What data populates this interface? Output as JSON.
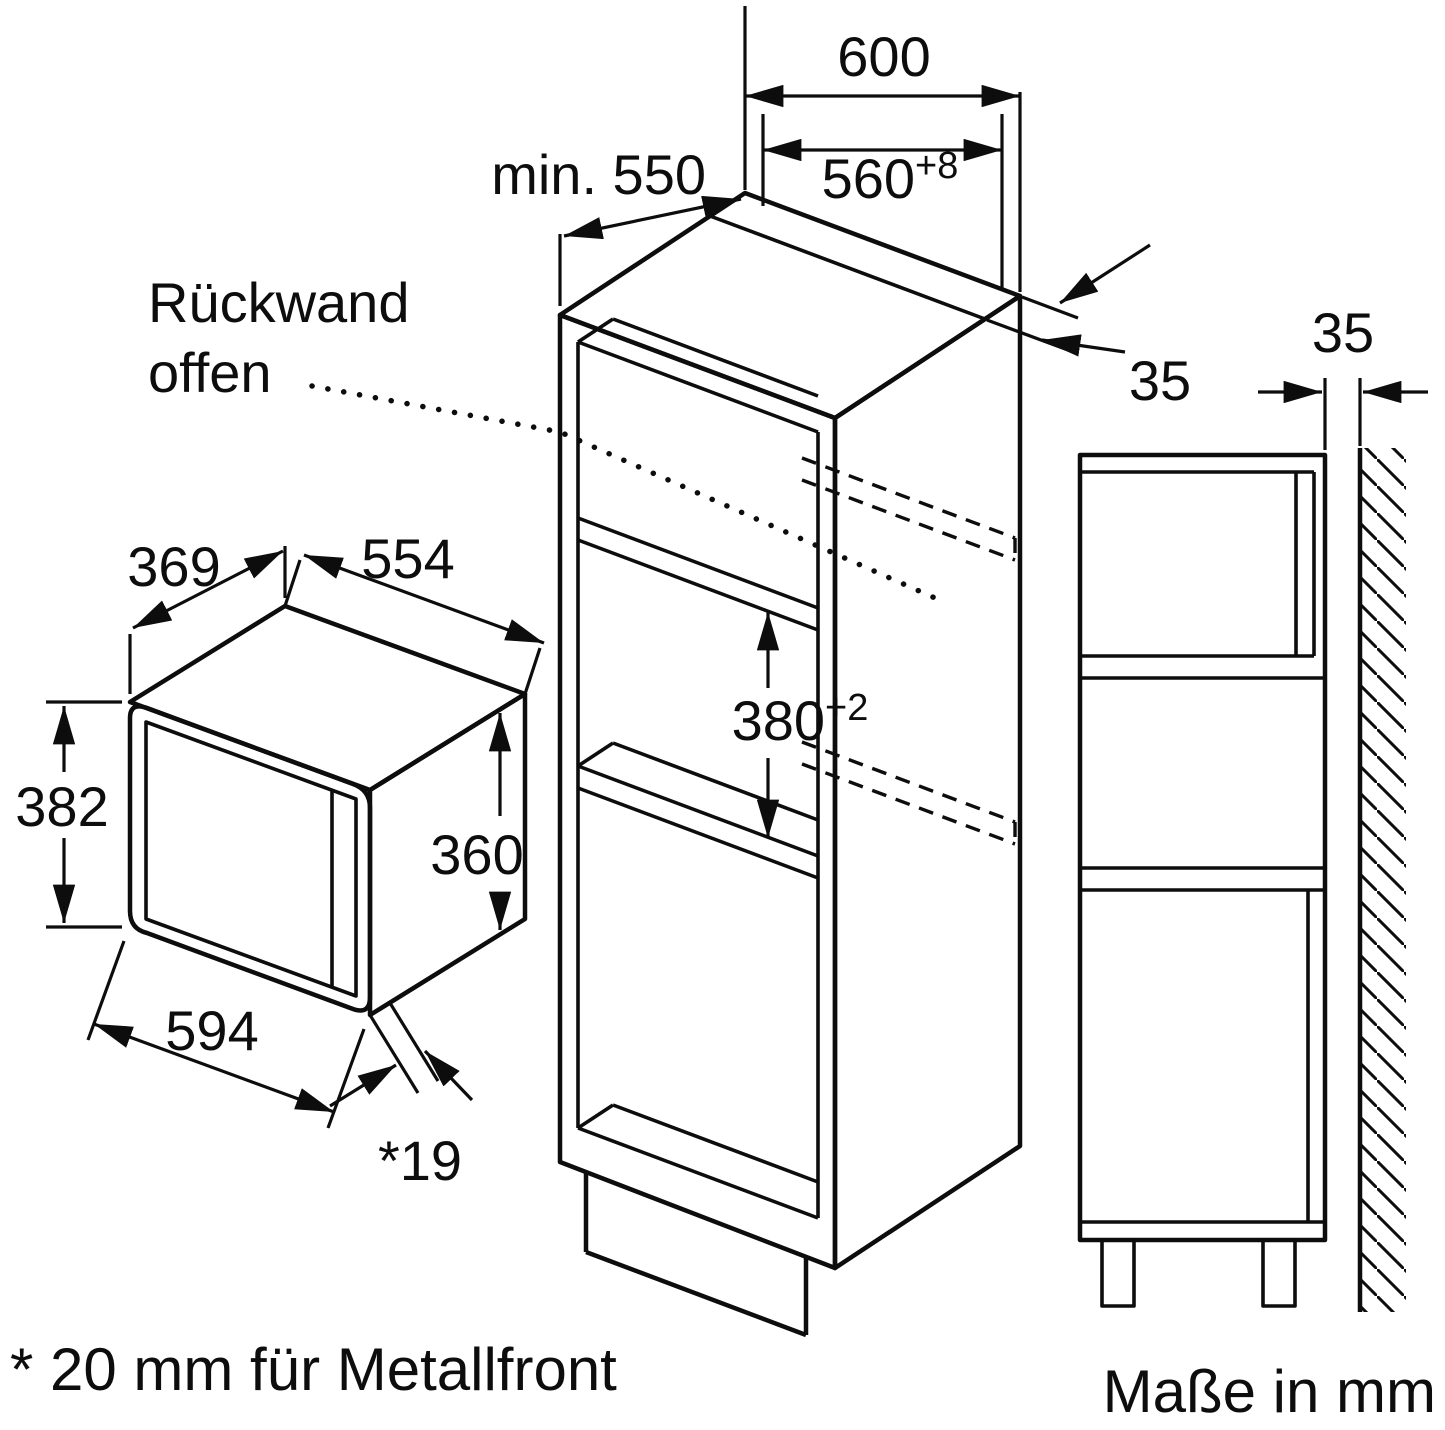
{
  "drawing": {
    "type": "built-in appliance installation dimension drawing",
    "footnote": "* 20 mm für Metallfront",
    "units_note": "Maße in mm",
    "annotations": {
      "back_panel_line1": "Rückwand",
      "back_panel_line2": "offen"
    },
    "dimensions": {
      "cabinet_width": "600",
      "cabinet_min_depth": "min. 550",
      "niche_width": "560",
      "niche_width_tolerance": "+8",
      "top_rail_width": "35",
      "niche_height": "380",
      "niche_height_tolerance": "+2",
      "appliance_depth": "369",
      "appliance_top_width": "554",
      "appliance_height": "382",
      "appliance_inner_height": "360",
      "appliance_width": "594",
      "door_projection": "*19",
      "wall_clearance": "35"
    }
  }
}
